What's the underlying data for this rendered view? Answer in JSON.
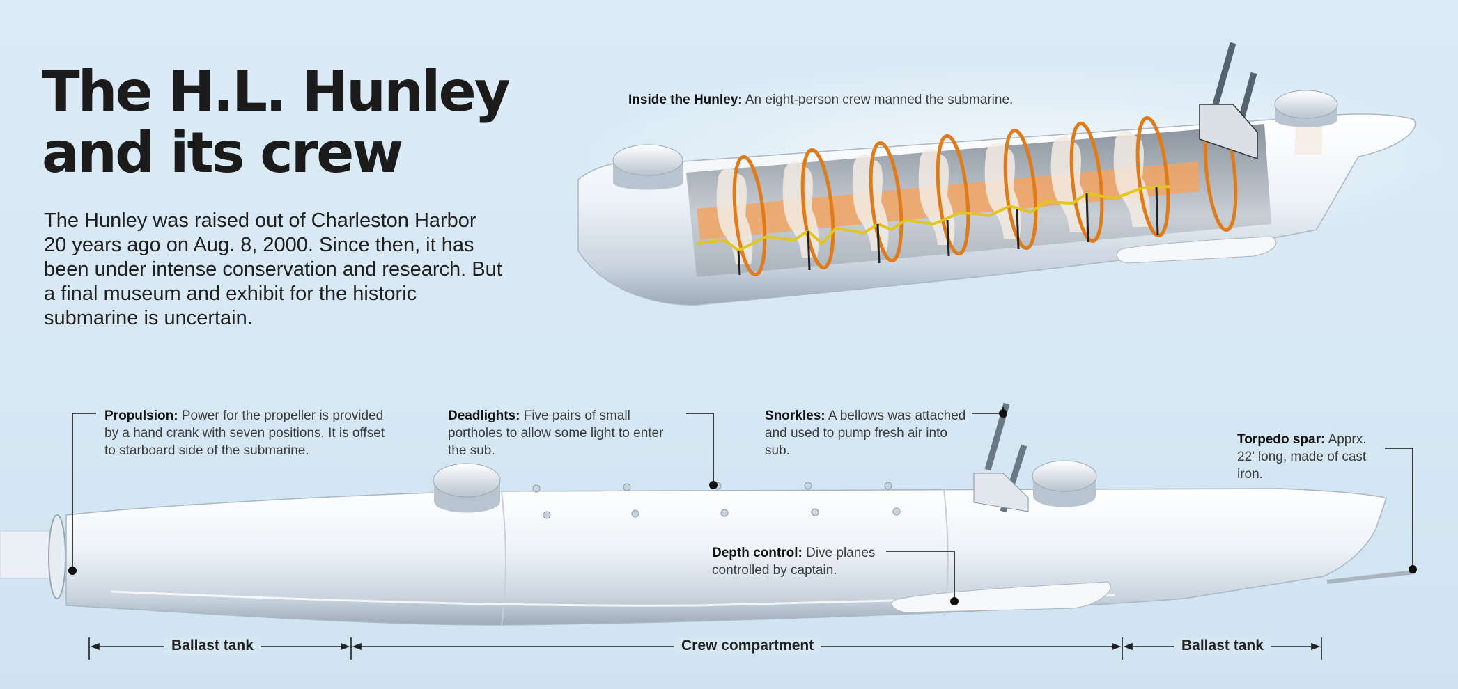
{
  "title": {
    "line1": "The H.L. Hunley",
    "line2": "and its crew"
  },
  "intro": "The Hunley was raised out of Charleston Harbor 20 years ago on Aug. 8, 2000. Since then, it has been under intense conservation and research. But a final museum and exhibit for the historic submarine is uncertain.",
  "inside": {
    "label": "Inside the Hunley:",
    "text": "An eight-person crew manned the submarine."
  },
  "annotations": {
    "propulsion": {
      "label": "Propulsion:",
      "text": "Power for the propeller is provided by a hand crank with seven positions. It is offset to starboard side of the submarine."
    },
    "deadlights": {
      "label": "Deadlights:",
      "text": "Five pairs of small portholes to allow some light to enter the sub."
    },
    "snorkles": {
      "label": "Snorkles:",
      "text": "A bellows was attached and used to pump fresh air into sub."
    },
    "torpedo": {
      "label": "Torpedo spar:",
      "text": "Apprx. 22’ long, made of cast iron."
    },
    "depth": {
      "label": "Depth control:",
      "text": "Dive planes controlled by captain."
    }
  },
  "compartments": {
    "left": "Ballast tank",
    "center": "Crew compartment",
    "right": "Ballast tank"
  },
  "colors": {
    "background": "#d6e8f4",
    "hull": "#e6eef6",
    "ribs": "#e07b1a",
    "crank": "#e2c51e",
    "text": "#1b1b1b"
  }
}
